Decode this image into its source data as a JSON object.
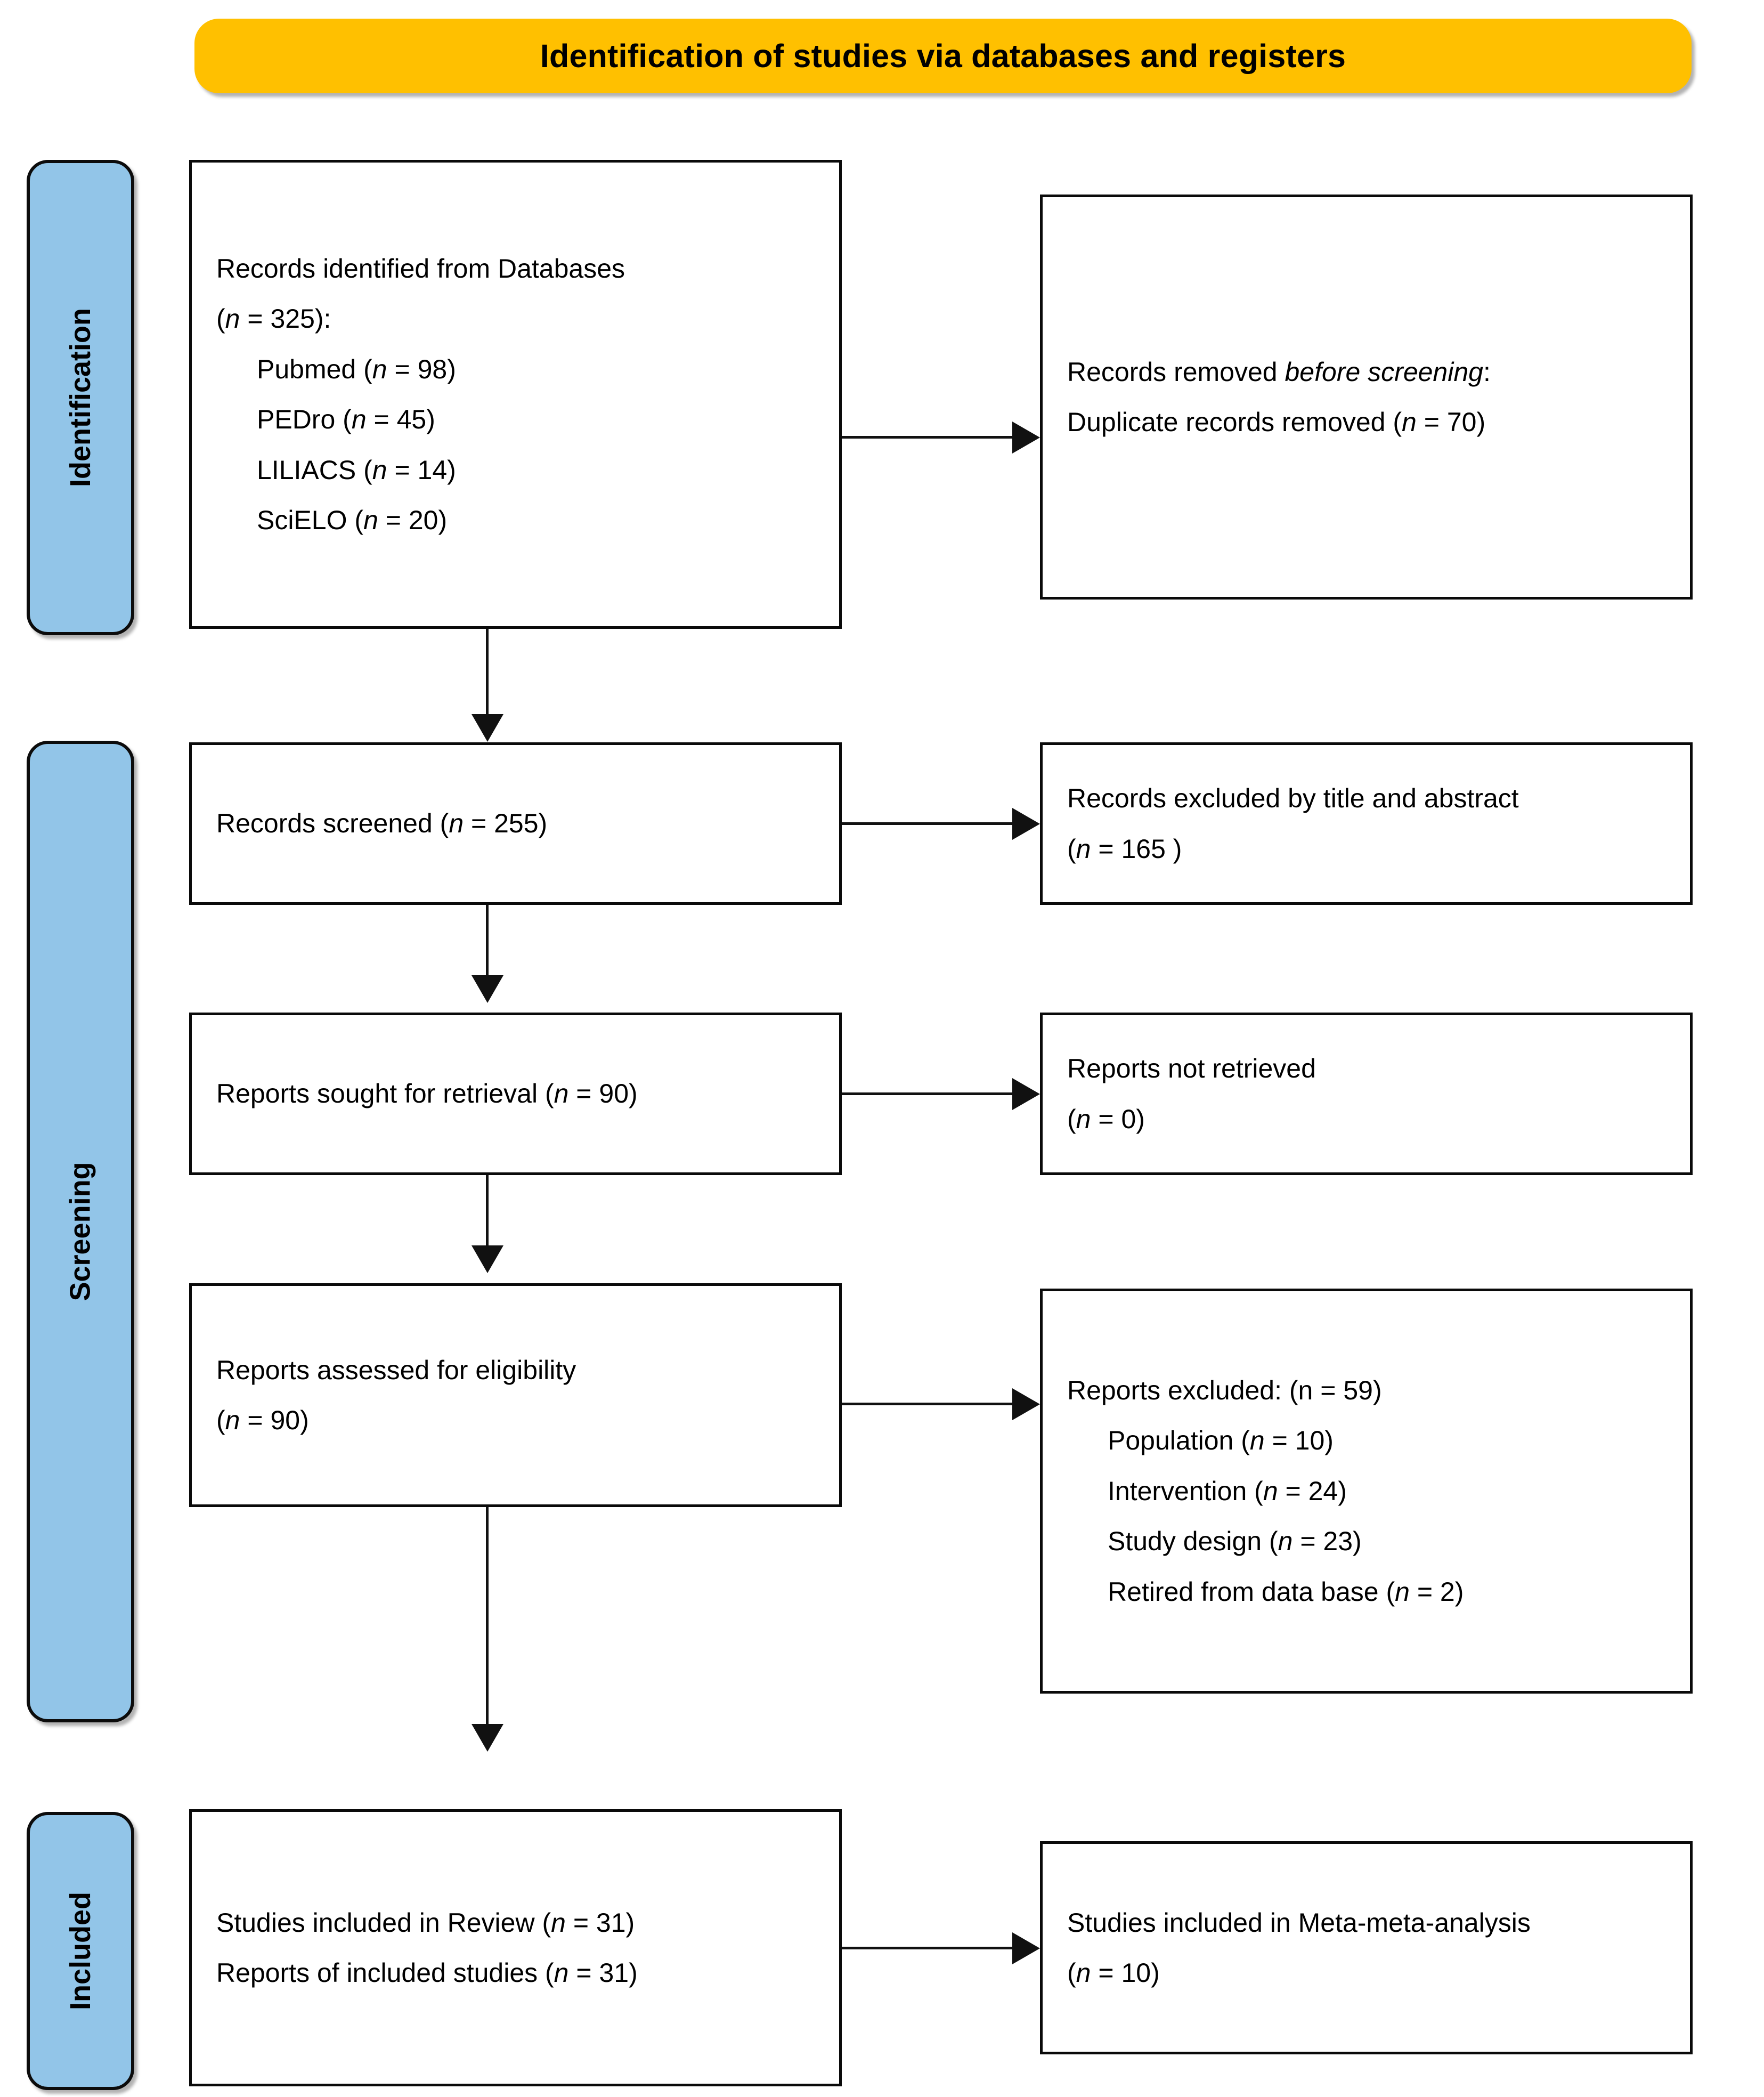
{
  "header": {
    "title": "Identification of studies via databases and registers",
    "color": "#FFC000"
  },
  "stages": {
    "color": "#92C5E8",
    "identification": "Identification",
    "screening": "Screening",
    "included": "Included"
  },
  "boxes": {
    "identified": {
      "line1": "Records identified from Databases",
      "line2_pre": "(",
      "line2_n": "n",
      "line2_post": " = 325):",
      "sources": [
        {
          "name": "Pubmed (",
          "n": "n",
          "val": " = 98)"
        },
        {
          "name": "PEDro (",
          "n": "n",
          "val": " = 45)"
        },
        {
          "name": "LILIACS (",
          "n": "n",
          "val": " = 14)"
        },
        {
          "name": "SciELO (",
          "n": "n",
          "val": " = 20)"
        }
      ]
    },
    "removed": {
      "line1_pre": "Records removed ",
      "line1_em": "before screening",
      "line1_post": ":",
      "line2_pre": "Duplicate records removed   (",
      "line2_n": "n",
      "line2_post": " = 70)"
    },
    "screened": {
      "line1_pre": "Records screened (",
      "line1_n": "n",
      "line1_post": " = 255)"
    },
    "excluded_title_abstract": {
      "line1": "Records excluded by title and abstract",
      "line2_pre": "(",
      "line2_n": "n",
      "line2_post": " = 165 )"
    },
    "sought": {
      "line1_pre": "Reports sought for retrieval (",
      "line1_n": "n",
      "line1_post": " = 90)"
    },
    "not_retrieved": {
      "line1": "Reports not retrieved",
      "line2_pre": "(",
      "line2_n": "n",
      "line2_post": " = 0)"
    },
    "assessed": {
      "line1": "Reports assessed for eligibility",
      "line2_pre": "(",
      "line2_n": "n",
      "line2_post": " = 90)"
    },
    "reports_excluded": {
      "title": "Reports excluded: (n = 59)",
      "reasons": [
        {
          "name": "Population (",
          "n": "n",
          "val": " = 10)"
        },
        {
          "name": "Intervention (",
          "n": "n",
          "val": " = 24)"
        },
        {
          "name": "Study design (",
          "n": "n",
          "val": " = 23)"
        },
        {
          "name": "Retired from data base (",
          "n": "n",
          "val": " = 2)"
        }
      ]
    },
    "included_review": {
      "line1_pre": "Studies included in Review (",
      "line1_n": "n",
      "line1_post": " = 31)",
      "line2_pre": "Reports of included studies (",
      "line2_n": "n",
      "line2_post": " = 31)"
    },
    "included_meta": {
      "line1": "Studies included in Meta-meta-analysis",
      "line2_pre": "(",
      "line2_n": "n",
      "line2_post": " = 10)"
    }
  },
  "chart_data": {
    "type": "diagram",
    "title": "PRISMA 2020 flow diagram",
    "nodes": [
      {
        "id": "identified",
        "stage": "Identification",
        "label": "Records identified from Databases",
        "n": 325,
        "breakdown": {
          "Pubmed": 98,
          "PEDro": 45,
          "LILIACS": 14,
          "SciELO": 20
        }
      },
      {
        "id": "removed",
        "stage": "Identification",
        "label": "Records removed before screening: Duplicate records removed",
        "n": 70
      },
      {
        "id": "screened",
        "stage": "Screening",
        "label": "Records screened",
        "n": 255
      },
      {
        "id": "excluded_ta",
        "stage": "Screening",
        "label": "Records excluded by title and abstract",
        "n": 165
      },
      {
        "id": "sought",
        "stage": "Screening",
        "label": "Reports sought for retrieval",
        "n": 90
      },
      {
        "id": "not_retrieved",
        "stage": "Screening",
        "label": "Reports not retrieved",
        "n": 0
      },
      {
        "id": "assessed",
        "stage": "Screening",
        "label": "Reports assessed for eligibility",
        "n": 90
      },
      {
        "id": "reports_excluded",
        "stage": "Screening",
        "label": "Reports excluded",
        "n": 59,
        "breakdown": {
          "Population": 10,
          "Intervention": 24,
          "Study design": 23,
          "Retired from data base": 2
        }
      },
      {
        "id": "included_review",
        "stage": "Included",
        "label": "Studies included in Review",
        "n": 31,
        "breakdown": {
          "Reports of included studies": 31
        }
      },
      {
        "id": "included_meta",
        "stage": "Included",
        "label": "Studies included in Meta-meta-analysis",
        "n": 10
      }
    ],
    "edges": [
      {
        "from": "identified",
        "to": "removed",
        "direction": "right"
      },
      {
        "from": "identified",
        "to": "screened",
        "direction": "down"
      },
      {
        "from": "screened",
        "to": "excluded_ta",
        "direction": "right"
      },
      {
        "from": "screened",
        "to": "sought",
        "direction": "down"
      },
      {
        "from": "sought",
        "to": "not_retrieved",
        "direction": "right"
      },
      {
        "from": "sought",
        "to": "assessed",
        "direction": "down"
      },
      {
        "from": "assessed",
        "to": "reports_excluded",
        "direction": "right"
      },
      {
        "from": "assessed",
        "to": "included_review",
        "direction": "down"
      },
      {
        "from": "included_review",
        "to": "included_meta",
        "direction": "right"
      }
    ]
  }
}
